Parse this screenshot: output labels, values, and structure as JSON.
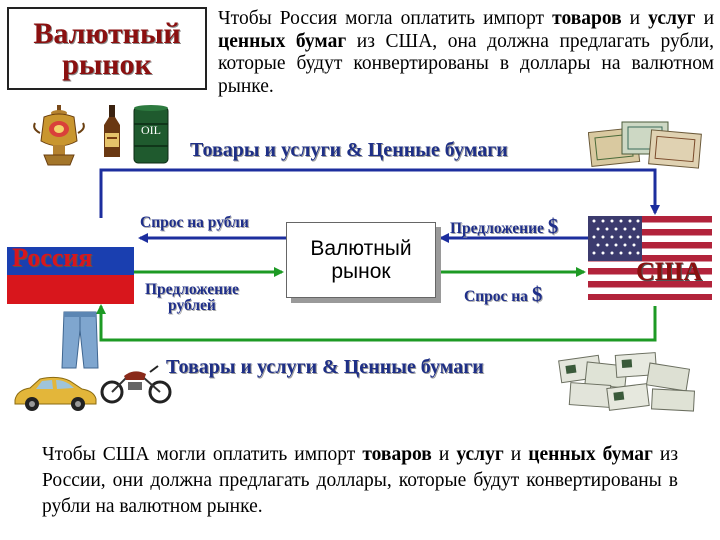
{
  "title": {
    "line1": "Валютный",
    "line2": "рынок"
  },
  "intro": {
    "p1": "Чтобы Россия могла оплатить импорт ",
    "b1": "товаров",
    "p2": " и ",
    "b2": "услуг",
    "p3": " и ",
    "b3": "ценных бумаг",
    "p4": " из США, она должна предлагать рубли, которые будут конвертированы в доллары на валютном рынке."
  },
  "oil_label": "OIL",
  "top_banner": "Товары и услуги & Ценные бумаги",
  "bottom_banner": "Товары и услуги & Ценные бумаги",
  "russia_label": "Россия",
  "usa_label": "США",
  "demand_rubles": "Спрос на рубли",
  "supply_rubles_line1": "Предложение",
  "supply_rubles_line2": "рублей",
  "supply_dollar": "Предложение",
  "demand_dollar": "Спрос на",
  "dollar_sign": "$",
  "center_box": {
    "line1": "Валютный",
    "line2": "рынок"
  },
  "outro": {
    "p1": "Чтобы США могли оплатить импорт ",
    "b1": "товаров",
    "p2": " и ",
    "b2": "услуг",
    "p3": " и ",
    "b3": "ценных бумаг",
    "p4": " из России, они должна предлагать доллары, которые будут конвертированы в рубли на валютном рынке."
  },
  "colors": {
    "title_red": "#8b1010",
    "label_blue": "#1f2f8a",
    "arrow_blue": "#1c2e9e",
    "arrow_green": "#1d9a24",
    "russia_red": "#d8161c",
    "russia_blue": "#1a3fb0",
    "usa_red": "#b2233b",
    "usa_blue": "#3c3b6e"
  },
  "icons": [
    "samovar-icon",
    "cognac-bottle-icon",
    "oil-barrel-icon",
    "stock-certificates-icon",
    "jeans-icon",
    "car-icon",
    "motorcycle-icon",
    "banknotes-icon",
    "russia-flag-icon",
    "usa-flag-icon"
  ]
}
